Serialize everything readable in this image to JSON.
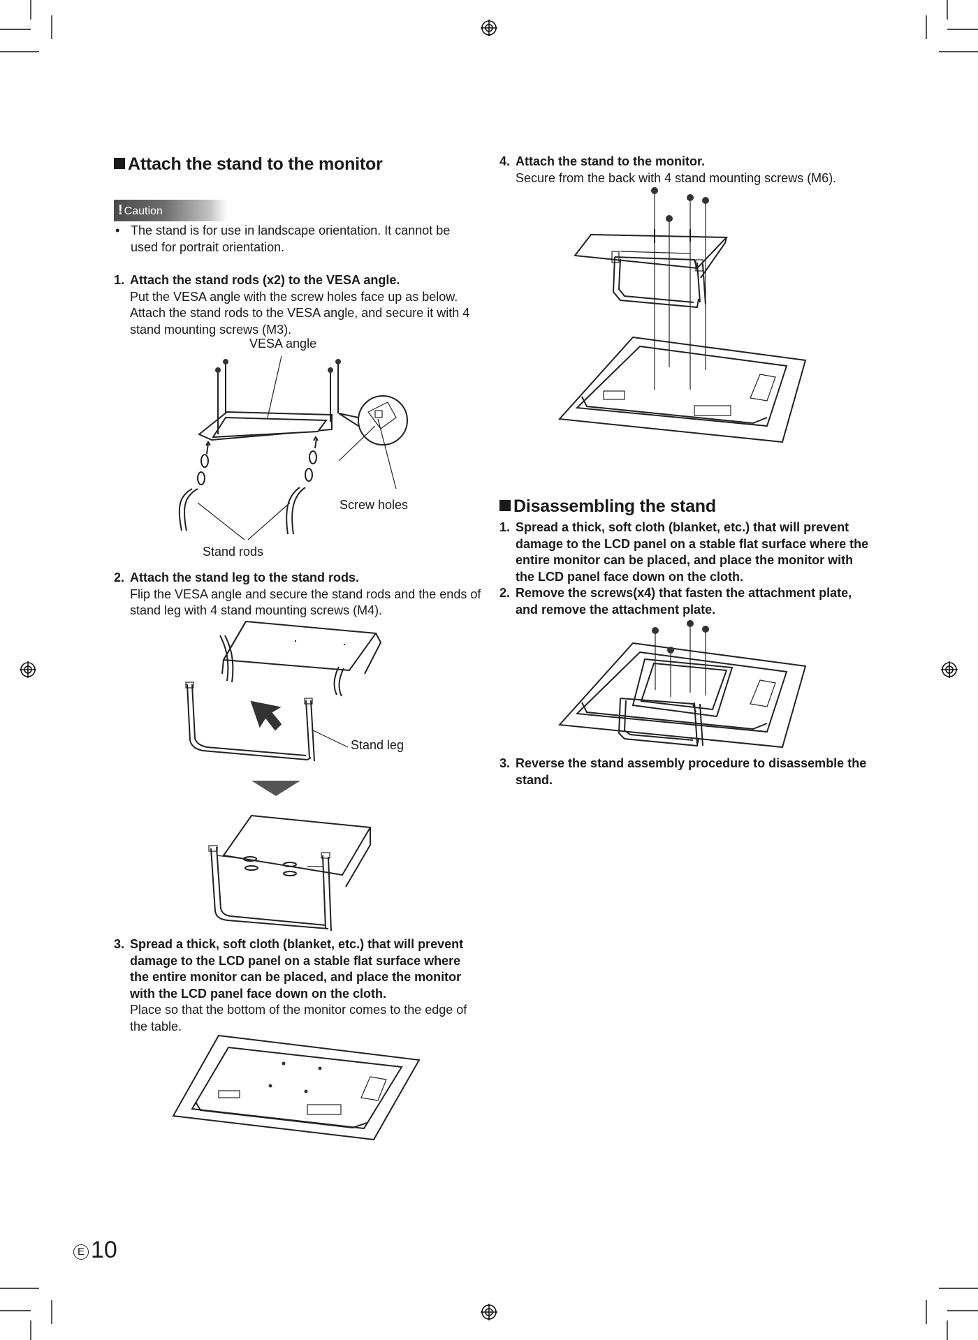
{
  "left": {
    "heading": "Attach the stand to the monitor",
    "caution_label": "Caution",
    "caution_text": "The stand is for use in landscape orientation. It cannot be used for portrait orientation.",
    "steps": [
      {
        "num": "1.",
        "bold": "Attach the stand rods (x2) to the VESA angle.",
        "normal": "Put the VESA angle with the screw holes face up as below. Attach the stand rods to the VESA angle, and secure it with 4 stand mounting screws (M3)."
      },
      {
        "num": "2.",
        "bold": "Attach the stand leg to the stand rods.",
        "normal": "Flip the VESA angle and secure the stand rods and the ends of stand leg with 4 stand mounting screws (M4)."
      },
      {
        "num": "3.",
        "bold": "Spread a thick, soft cloth (blanket, etc.) that will prevent damage to the LCD panel on a stable flat surface where the entire monitor can be placed, and place the monitor with the LCD panel face down on the cloth.",
        "normal": "Place so that the bottom of the monitor comes to the edge of the table."
      }
    ],
    "labels": {
      "vesa_angle": "VESA angle",
      "screw_holes": "Screw holes",
      "stand_rods": "Stand rods",
      "stand_leg": "Stand leg"
    }
  },
  "right": {
    "step4": {
      "num": "4.",
      "bold": "Attach the stand to the monitor.",
      "normal": "Secure from the back with 4 stand mounting screws (M6)."
    },
    "heading": "Disassembling the stand",
    "steps": [
      {
        "num": "1.",
        "bold": "Spread a thick, soft cloth (blanket, etc.) that will prevent damage to the LCD panel on a stable flat surface where the entire monitor can be placed, and place the monitor with the LCD panel face down on the cloth."
      },
      {
        "num": "2.",
        "bold": "Remove the screws(x4) that fasten the attachment plate, and remove the attachment plate."
      },
      {
        "num": "3.",
        "bold": "Reverse the stand assembly procedure to disassemble the stand."
      }
    ]
  },
  "footer": {
    "lang_mark": "E",
    "page_number": "10"
  }
}
